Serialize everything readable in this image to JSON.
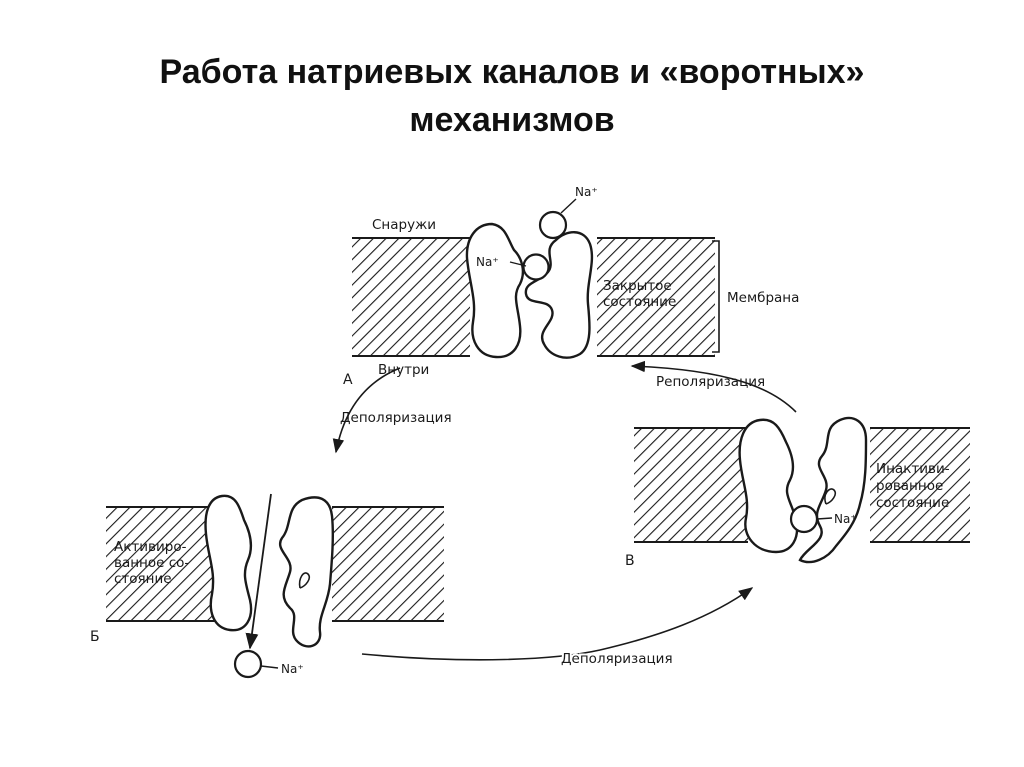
{
  "title": {
    "line1": "Работа натриевых каналов и «воротных»",
    "line2": "механизмов"
  },
  "labels": {
    "outside": "Снаружи",
    "inside": "Внутри",
    "membrane": "Мембрана",
    "closed": [
      "Закрытое",
      "состояние"
    ],
    "activated": [
      "Активиро-",
      "ванное со-",
      "стояние"
    ],
    "inactivated": [
      "Инактиви-",
      "рованное",
      "состояние"
    ],
    "depolarization_top": "Деполяризация",
    "depolarization_bottom": "Деполяризация",
    "repolarization": "Реполяризация",
    "na_a_top": "Na⁺",
    "na_a_inner": "Na⁺",
    "na_b": "Na⁺",
    "na_c": "Na⁺",
    "panel_a": "А",
    "panel_b": "Б",
    "panel_c": "В"
  },
  "colors": {
    "ink": "#1a1a1a",
    "background": "#ffffff"
  }
}
